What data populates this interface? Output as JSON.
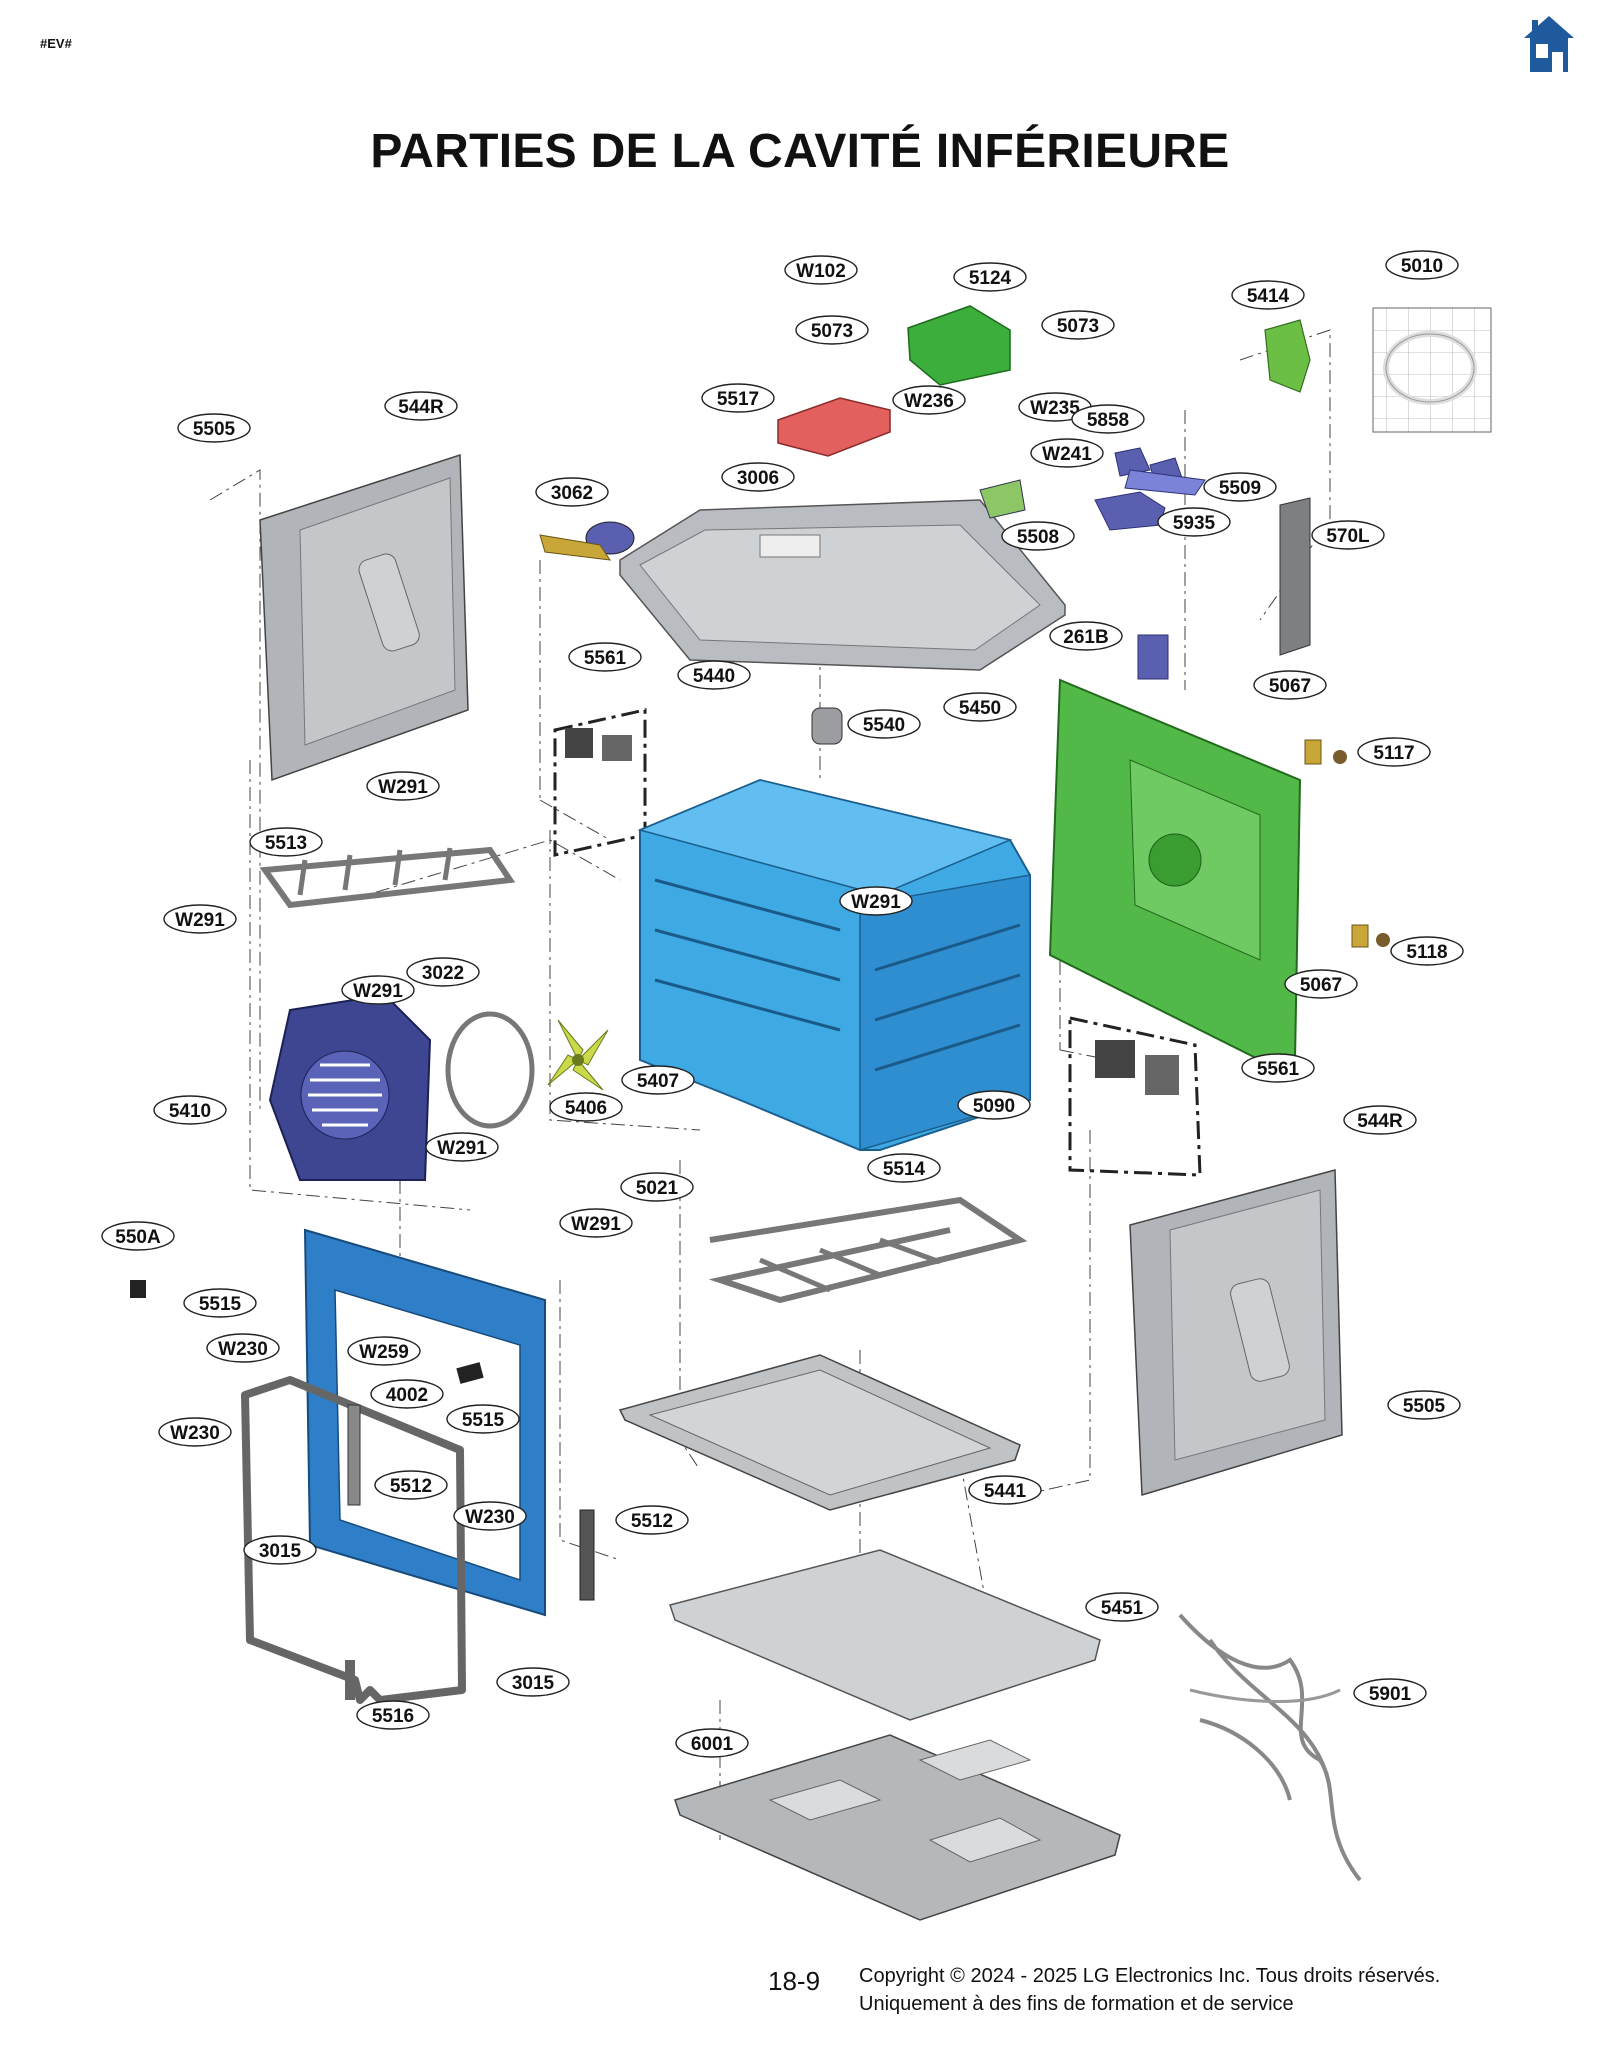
{
  "header": {
    "corner_tag": "#EV#",
    "home_icon": "home-icon",
    "title": "PARTIES DE LA CAVITÉ INFÉRIEURE"
  },
  "diagram": {
    "colors": {
      "cavity": "#3fa9e4",
      "back_panel": "#52b848",
      "fan_cover": "#3e4691",
      "front_frame": "#2f7fc8",
      "steel": "#b9bcc0",
      "red_part": "#e2605e",
      "green_part": "#3cae3c",
      "purple_part": "#5a5fb0",
      "home_icon": "#1f5b9c"
    },
    "part_labels": [
      "W102",
      "5124",
      "5010",
      "5073",
      "5073",
      "5414",
      "5517",
      "W236",
      "W235",
      "5858",
      "544R",
      "5505",
      "W241",
      "3006",
      "5509",
      "3062",
      "5935",
      "5508",
      "570L",
      "261B",
      "5561",
      "5440",
      "5067",
      "5540",
      "5450",
      "5117",
      "W291",
      "5513",
      "W291",
      "W291",
      "5118",
      "5067",
      "W291",
      "3022",
      "5407",
      "5406",
      "5561",
      "5410",
      "5090",
      "544R",
      "W291",
      "5021",
      "5514",
      "W291",
      "550A",
      "5515",
      "W230",
      "W259",
      "4002",
      "5515",
      "5505",
      "W230",
      "5512",
      "5441",
      "W230",
      "5512",
      "3015",
      "5451",
      "3015",
      "5901",
      "5516",
      "6001"
    ]
  },
  "footer": {
    "page_number": "18-9",
    "copyright_line1": "Copyright © 2024 - 2025 LG Electronics Inc. Tous droits réservés.",
    "copyright_line2": "Uniquement à des fins de formation et de service"
  }
}
